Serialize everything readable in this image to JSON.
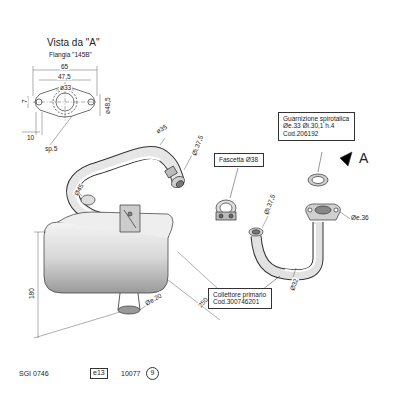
{
  "diagram": {
    "title": "Vista da \"A\"",
    "nodes": [
      {
        "text": [
          "Fascetta Ø38"
        ]
      },
      {
        "text": [
          "Guarnizione spirotalica",
          "Øe.33  Øi.30,1  h.4",
          "Cod.206192"
        ]
      },
      {
        "text": [
          "Collettore primario",
          "Cod.300746201"
        ]
      },
      {
        "text": [
          "e13"
        ]
      },
      {
        "text": [
          "9"
        ]
      }
    ],
    "edges": [],
    "labels": [
      "Flangia \"145B\"",
      "65",
      "47,5",
      "ø33",
      "7",
      "ø48,5",
      "10",
      "sp.5",
      "ø35",
      "Øi.37,5",
      "Ø45",
      "A",
      "Øe.36",
      "Øi.37,5",
      "Ø32",
      "180",
      "Øe.20",
      "250",
      "SGI 0746",
      "10077"
    ]
  }
}
